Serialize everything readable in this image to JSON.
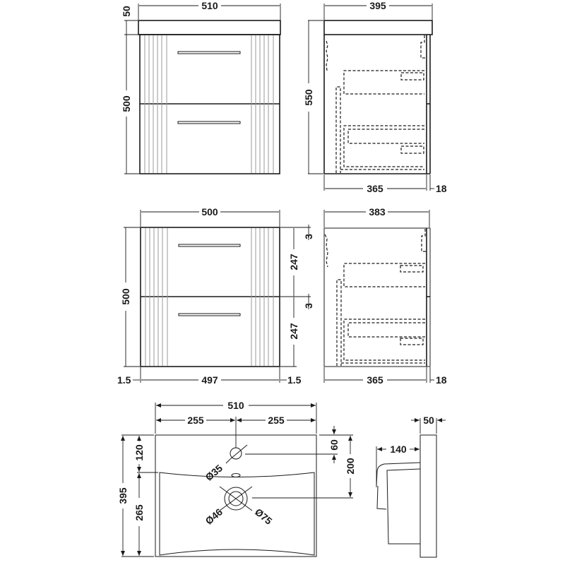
{
  "drawing": {
    "view_front_with_top": {
      "width_label": "510",
      "top_thickness_label": "50",
      "height_label": "500"
    },
    "view_side_with_top": {
      "depth_label": "395",
      "height_label": "550",
      "body_depth_label": "365",
      "front_thickness_label": "18"
    },
    "view_front_unit": {
      "width_label": "500",
      "height_label": "500",
      "gap_top_label": "3",
      "drawer_top_label": "247",
      "gap_mid_label": "3",
      "drawer_bottom_label": "247",
      "side_left_label": "1.5",
      "inner_width_label": "497",
      "side_right_label": "1.5"
    },
    "view_side_unit": {
      "depth_label": "383",
      "body_depth_label": "365",
      "front_thickness_label": "18"
    },
    "view_basin_plan": {
      "width_label": "510",
      "half_left_label": "255",
      "half_right_label": "255",
      "depth_label": "395",
      "tap_to_bowl_label": "120",
      "bowl_label": "265",
      "tap_offset_label": "60",
      "waste_offset_label": "200",
      "tap_hole_label": "Ø35",
      "waste_inner_label": "Ø46",
      "waste_outer_label": "Ø75"
    },
    "view_basin_side": {
      "thickness_label": "50",
      "projection_label": "140"
    }
  }
}
